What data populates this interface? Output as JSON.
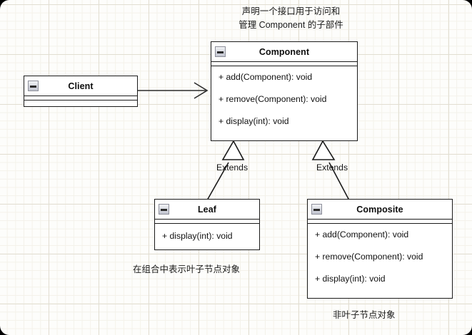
{
  "diagram": {
    "title_note_top": "声明一个接口用于访问和\n管理 Component 的子部件",
    "note_leaf": "在组合中表示叶子节点对象",
    "note_composite": "非叶子节点对象",
    "colors": {
      "background": "#fdfdfb",
      "grid_minor": "#f4f2ea",
      "grid_major": "#e2ded2",
      "box_border": "#1b1b1b",
      "box_fill": "#ffffff",
      "text": "#111111",
      "icon_border": "#8d8f9a"
    }
  },
  "classes": {
    "client": {
      "name": "Client",
      "icon": "collapse-minus-icon",
      "operations": []
    },
    "component": {
      "name": "Component",
      "icon": "collapse-minus-icon",
      "operations": [
        "+ add(Component): void",
        "+ remove(Component): void",
        "+ display(int): void"
      ]
    },
    "leaf": {
      "name": "Leaf",
      "icon": "collapse-minus-icon",
      "operations": [
        "+ display(int): void"
      ]
    },
    "composite": {
      "name": "Composite",
      "icon": "collapse-minus-icon",
      "operations": [
        "+ add(Component): void",
        "+ remove(Component): void",
        "+ display(int): void"
      ]
    }
  },
  "relations": {
    "client_to_component": {
      "type": "association",
      "label": ""
    },
    "leaf_extends": {
      "type": "generalization",
      "label": "Extends"
    },
    "composite_extends": {
      "type": "generalization",
      "label": "Extends"
    }
  }
}
